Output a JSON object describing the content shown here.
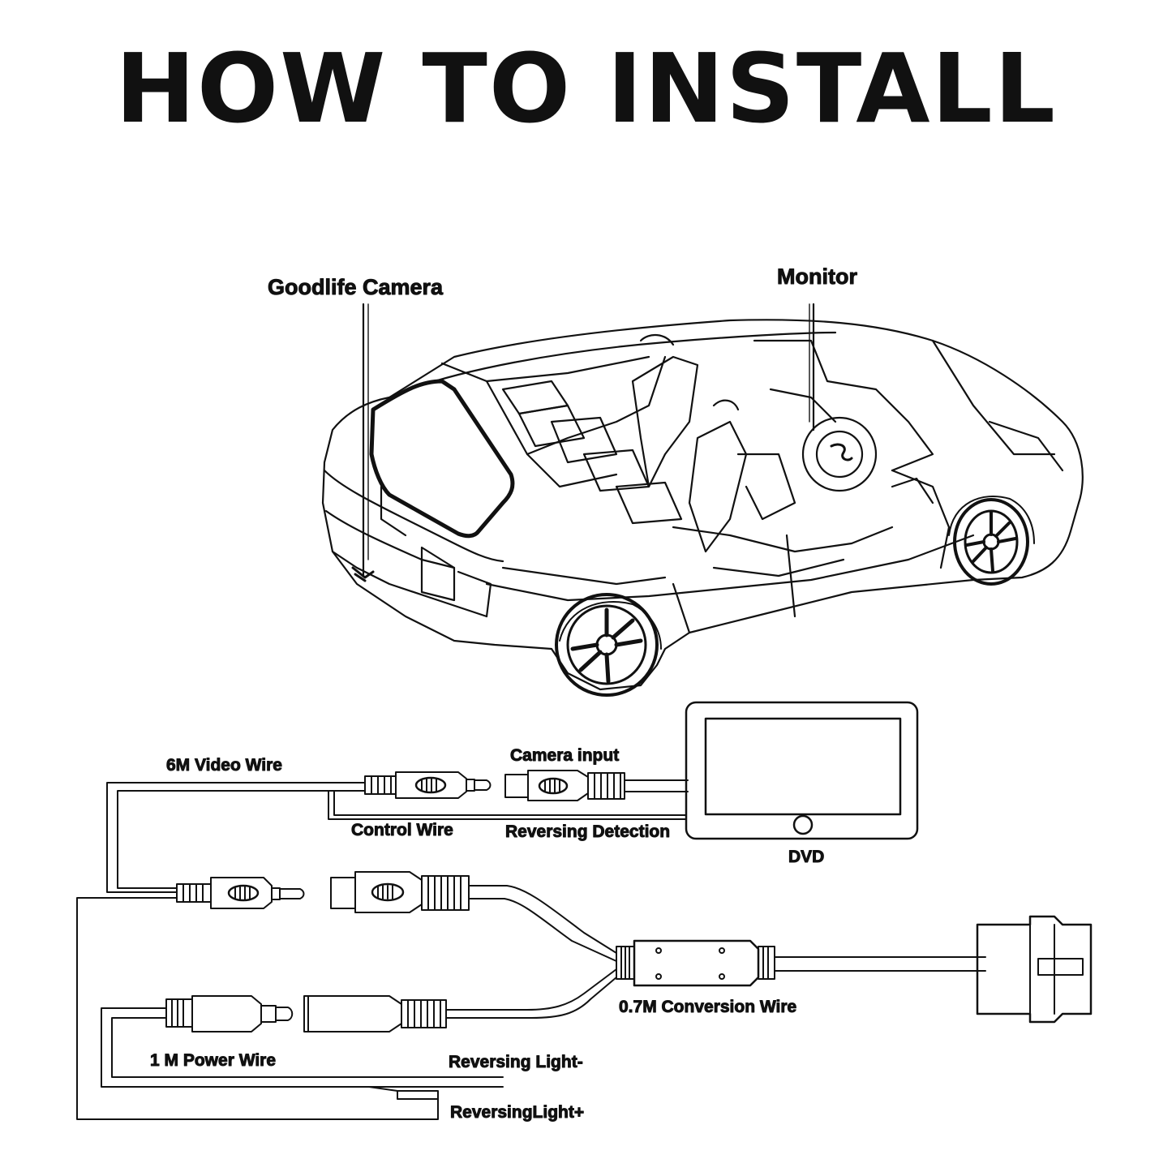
{
  "title": "HOW TO INSTALL",
  "car_labels": {
    "camera": "Goodlife Camera",
    "monitor": "Monitor"
  },
  "wiring_labels": {
    "video_wire": "6M Video Wire",
    "camera_input": "Camera input",
    "control_wire": "Control Wire",
    "reversing_detection": "Reversing Detection",
    "dvd": "DVD",
    "conversion_wire": "0.7M Conversion Wire",
    "power_wire": "1 M Power Wire",
    "reversing_light_neg": "Reversing Light-",
    "reversing_light_pos": "ReversingLight+"
  }
}
